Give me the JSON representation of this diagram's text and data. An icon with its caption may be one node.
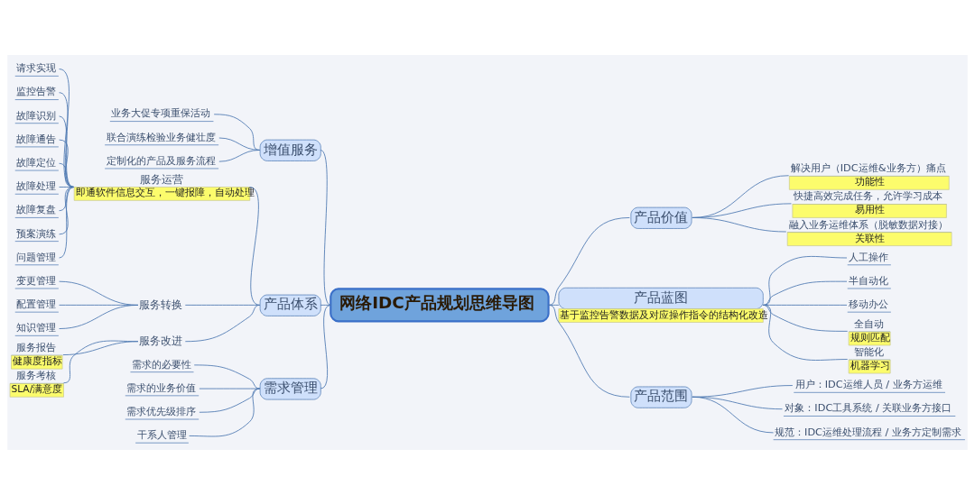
{
  "diagram": {
    "nodes": [
      {
        "text": [
          "网络IDC产品规划思维导图"
        ]
      },
      {
        "text": [
          "增值服务"
        ]
      },
      {
        "text": [
          "业务大促专项重保活动"
        ]
      },
      {
        "text": [
          "联合演练检验业务健壮度"
        ]
      },
      {
        "text": [
          "定制化的产品及服务流程"
        ]
      },
      {
        "text": [
          "产品体系"
        ]
      },
      {
        "text": [
          "服务运营",
          "即通软件信息交互，一键报障，自动处理"
        ]
      },
      {
        "text": [
          "请求实现"
        ]
      },
      {
        "text": [
          "监控告警"
        ]
      },
      {
        "text": [
          "故障识别"
        ]
      },
      {
        "text": [
          "故障通告"
        ]
      },
      {
        "text": [
          "故障定位"
        ]
      },
      {
        "text": [
          "故障处理"
        ]
      },
      {
        "text": [
          "故障复盘"
        ]
      },
      {
        "text": [
          "预案演练"
        ]
      },
      {
        "text": [
          "问题管理"
        ]
      },
      {
        "text": [
          "服务转换"
        ]
      },
      {
        "text": [
          "变更管理"
        ]
      },
      {
        "text": [
          "配置管理"
        ]
      },
      {
        "text": [
          "知识管理"
        ]
      },
      {
        "text": [
          "服务改进"
        ]
      },
      {
        "text": [
          "服务报告",
          "健康度指标"
        ]
      },
      {
        "text": [
          "服务考核",
          "SLA/满意度"
        ]
      },
      {
        "text": [
          "需求管理"
        ]
      },
      {
        "text": [
          "需求的必要性"
        ]
      },
      {
        "text": [
          "需求的业务价值"
        ]
      },
      {
        "text": [
          "需求优先级排序"
        ]
      },
      {
        "text": [
          "干系人管理"
        ]
      },
      {
        "text": [
          "产品价值"
        ]
      },
      {
        "text": [
          "解决用户（IDC运维&业务方）痛点",
          "功能性"
        ]
      },
      {
        "text": [
          "快捷高效完成任务，允许学习成本",
          "易用性"
        ]
      },
      {
        "text": [
          "融入业务运维体系（脱敏数据对接）",
          "关联性"
        ]
      },
      {
        "text": [
          "产品蓝图",
          "基于监控告警数据及对应操作指令的结构化改造"
        ]
      },
      {
        "text": [
          "人工操作"
        ]
      },
      {
        "text": [
          "半自动化"
        ]
      },
      {
        "text": [
          "移动办公"
        ]
      },
      {
        "text": [
          "全自动",
          "规则匹配"
        ]
      },
      {
        "text": [
          "智能化",
          "机器学习"
        ]
      },
      {
        "text": [
          "产品范围"
        ]
      },
      {
        "text": [
          "用户：IDC运维人员 / 业务方运维"
        ]
      },
      {
        "text": [
          "对象：IDC工具系统 / 关联业务方接口"
        ]
      },
      {
        "text": [
          "规范：IDC运维处理流程 / 业务方定制需求"
        ]
      }
    ],
    "edges": [
      {
        "from": 0,
        "to": 1,
        "arrow": "none"
      },
      {
        "from": 1,
        "to": 2,
        "arrow": "none"
      },
      {
        "from": 1,
        "to": 3,
        "arrow": "none"
      },
      {
        "from": 1,
        "to": 4,
        "arrow": "none"
      },
      {
        "from": 0,
        "to": 5,
        "arrow": "none"
      },
      {
        "from": 5,
        "to": 6,
        "arrow": "none"
      },
      {
        "from": 6,
        "to": 7,
        "arrow": "none"
      },
      {
        "from": 6,
        "to": 8,
        "arrow": "none"
      },
      {
        "from": 6,
        "to": 9,
        "arrow": "none"
      },
      {
        "from": 6,
        "to": 10,
        "arrow": "none"
      },
      {
        "from": 6,
        "to": 11,
        "arrow": "none"
      },
      {
        "from": 6,
        "to": 12,
        "arrow": "none"
      },
      {
        "from": 6,
        "to": 13,
        "arrow": "none"
      },
      {
        "from": 6,
        "to": 14,
        "arrow": "none"
      },
      {
        "from": 6,
        "to": 15,
        "arrow": "none"
      },
      {
        "from": 5,
        "to": 16,
        "arrow": "none"
      },
      {
        "from": 16,
        "to": 17,
        "arrow": "none"
      },
      {
        "from": 16,
        "to": 18,
        "arrow": "none"
      },
      {
        "from": 16,
        "to": 19,
        "arrow": "none"
      },
      {
        "from": 5,
        "to": 20,
        "arrow": "none"
      },
      {
        "from": 20,
        "to": 21,
        "arrow": "none"
      },
      {
        "from": 20,
        "to": 22,
        "arrow": "none"
      },
      {
        "from": 0,
        "to": 23,
        "arrow": "none"
      },
      {
        "from": 23,
        "to": 24,
        "arrow": "none"
      },
      {
        "from": 23,
        "to": 25,
        "arrow": "none"
      },
      {
        "from": 23,
        "to": 26,
        "arrow": "none"
      },
      {
        "from": 23,
        "to": 27,
        "arrow": "none"
      },
      {
        "from": 0,
        "to": 28,
        "arrow": "none"
      },
      {
        "from": 28,
        "to": 29,
        "arrow": "none"
      },
      {
        "from": 28,
        "to": 30,
        "arrow": "none"
      },
      {
        "from": 28,
        "to": 31,
        "arrow": "none"
      },
      {
        "from": 0,
        "to": 32,
        "arrow": "none"
      },
      {
        "from": 32,
        "to": 33,
        "arrow": "none"
      },
      {
        "from": 32,
        "to": 34,
        "arrow": "none"
      },
      {
        "from": 32,
        "to": 35,
        "arrow": "none"
      },
      {
        "from": 32,
        "to": 36,
        "arrow": "none"
      },
      {
        "from": 32,
        "to": 37,
        "arrow": "none"
      },
      {
        "from": 0,
        "to": 38,
        "arrow": "none"
      },
      {
        "from": 38,
        "to": 39,
        "arrow": "none"
      },
      {
        "from": 38,
        "to": 40,
        "arrow": "none"
      },
      {
        "from": 38,
        "to": 41,
        "arrow": "none"
      }
    ]
  }
}
